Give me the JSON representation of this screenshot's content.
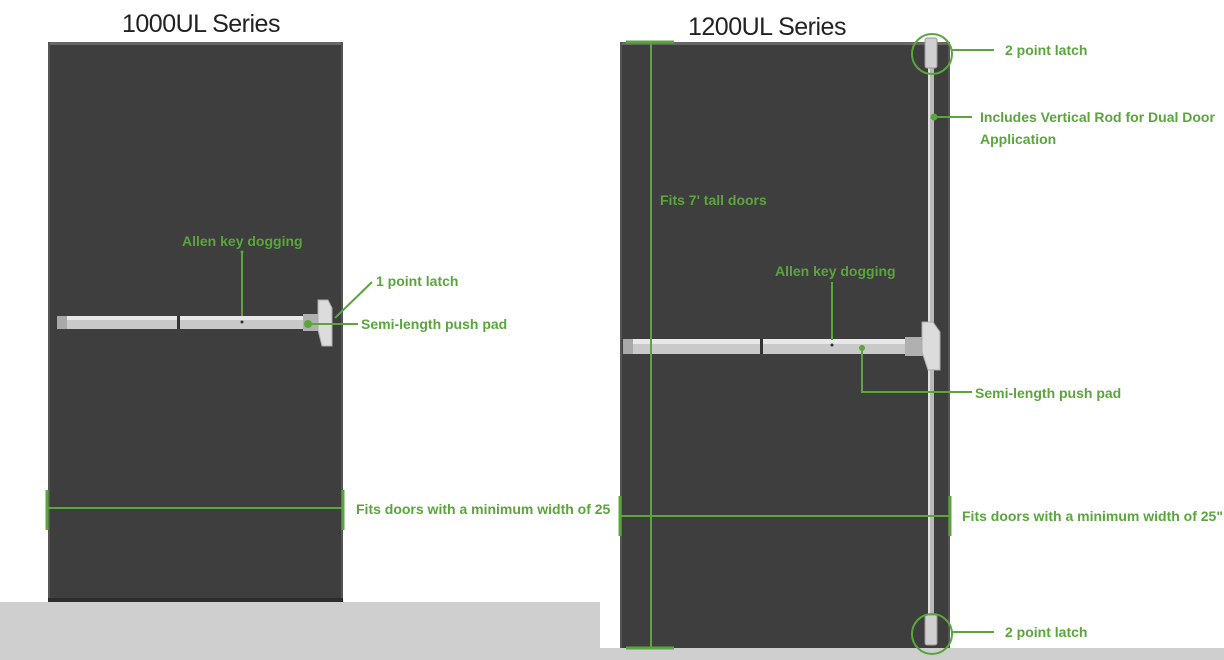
{
  "left_panel": {
    "title": "1000UL Series",
    "labels": {
      "dogging": "Allen key dogging",
      "latch": "1 point latch",
      "push_pad": "Semi-length push pad",
      "width": "Fits doors with a minimum width of 25"
    }
  },
  "right_panel": {
    "title": "1200UL Series",
    "labels": {
      "top_latch": "2 point latch",
      "rod_line1": "Includes Vertical Rod for Dual Door",
      "rod_line2": "Application",
      "height": "Fits 7' tall doors",
      "dogging": "Allen key dogging",
      "push_pad": "Semi-length push pad",
      "width": "Fits doors with a minimum width of 25\"",
      "bottom_latch": "2 point latch"
    }
  },
  "colors": {
    "door": "#3e3e3e",
    "accent": "#5aa63c",
    "floor": "#cfcfcf"
  }
}
